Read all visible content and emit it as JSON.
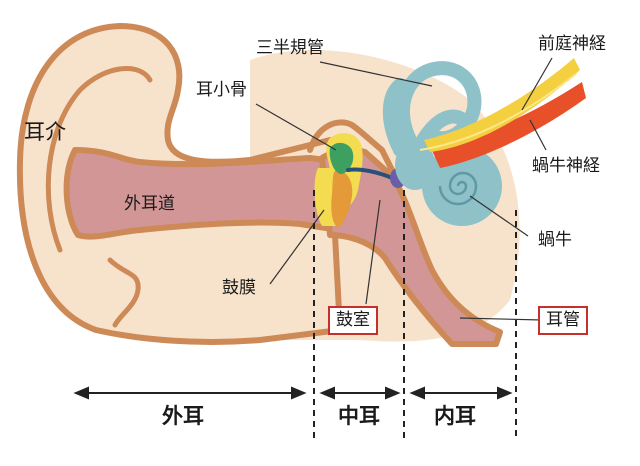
{
  "labels": {
    "auricle": "耳介",
    "ear_canal": "外耳道",
    "ossicles": "耳小骨",
    "semicircular_canals": "三半規管",
    "vestibular_nerve": "前庭神経",
    "cochlear_nerve": "蝸牛神経",
    "cochlea": "蝸牛",
    "eardrum": "鼓膜",
    "tympanic_cavity": "鼓室",
    "eustachian_tube": "耳管"
  },
  "regions": {
    "outer": "外耳",
    "middle": "中耳",
    "inner": "内耳"
  },
  "colors": {
    "skin": "#f7e3cc",
    "outline": "#cd8a57",
    "canal": "#d29696",
    "canal_dark": "#c48484",
    "ossicle_yellow": "#f4dc50",
    "ossicle_green": "#3ea060",
    "inner_ear": "#8fc1c9",
    "nerve_orange": "#e8502a",
    "nerve_yellow": "#f4d040",
    "highlight_border": "#c4302b"
  }
}
